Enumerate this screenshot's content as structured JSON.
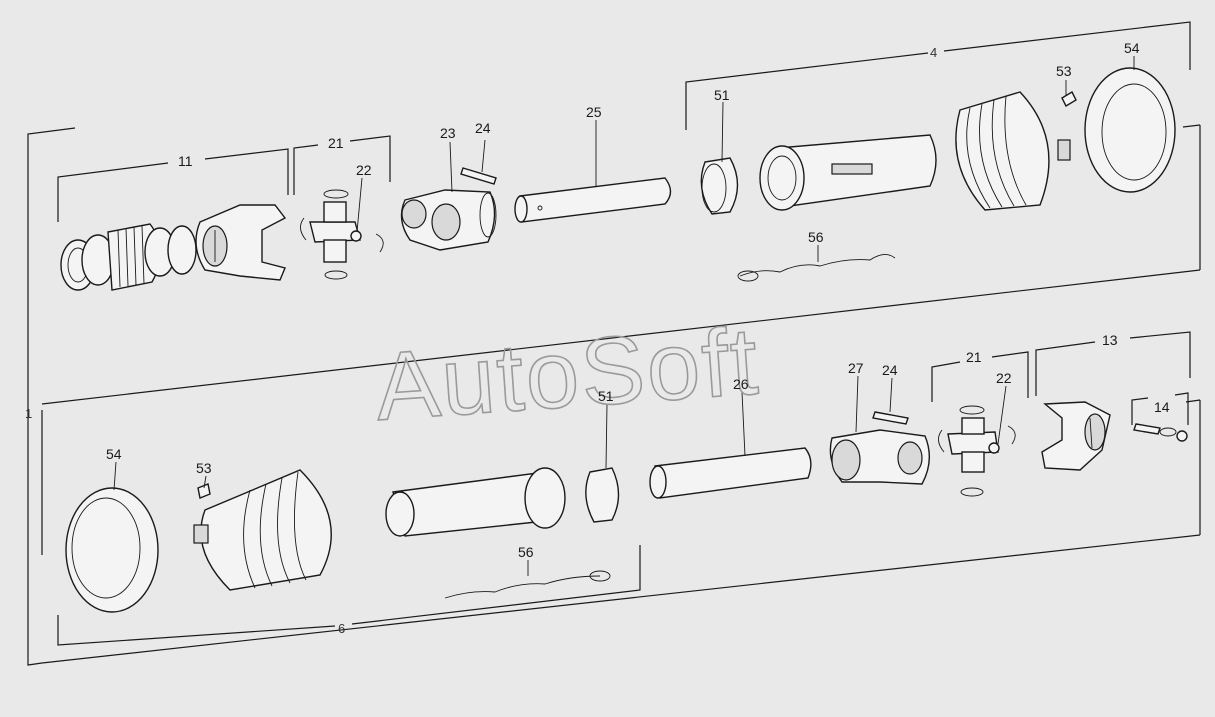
{
  "watermark": "AutoSoft",
  "groups": {
    "upper_assembly": "4",
    "lower_assembly": "6",
    "overall": "1"
  },
  "callouts_top": [
    "11",
    "21",
    "22",
    "23",
    "24",
    "25",
    "51",
    "56",
    "53",
    "54"
  ],
  "callouts_bottom": [
    "54",
    "53",
    "56",
    "51",
    "26",
    "27",
    "24",
    "21",
    "22",
    "13",
    "14"
  ],
  "colors": {
    "background": "#e9e9e9",
    "ink": "#1a1a1a",
    "watermark": "#9a9a9a"
  }
}
